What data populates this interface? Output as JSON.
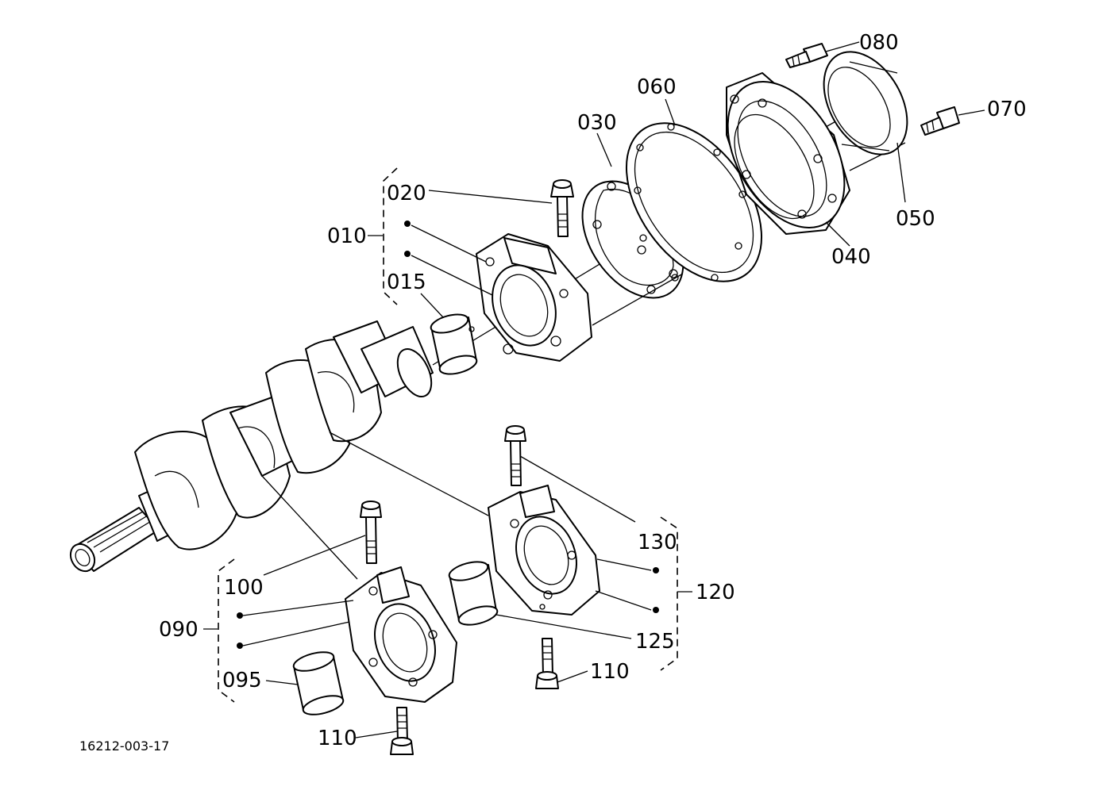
{
  "drawing_ref": "16212-003-17",
  "labels": {
    "p010": "010",
    "p015": "015",
    "p020": "020",
    "p030": "030",
    "p040": "040",
    "p050": "050",
    "p060": "060",
    "p070": "070",
    "p080": "080",
    "p090": "090",
    "p095": "095",
    "p100": "100",
    "p110a": "110",
    "p110b": "110",
    "p120": "120",
    "p125": "125",
    "p130": "130"
  }
}
